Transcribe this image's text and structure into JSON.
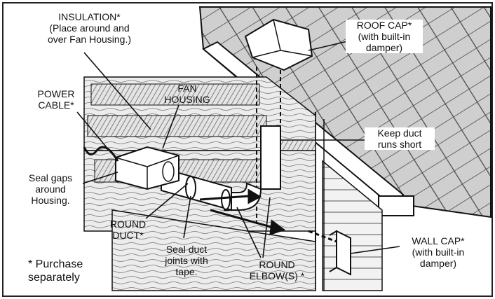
{
  "labels": {
    "insulation": [
      "INSULATION*",
      "(Place around and",
      "over Fan Housing.)"
    ],
    "power_cable": [
      "POWER",
      "CABLE*"
    ],
    "fan_housing": [
      "FAN",
      "HOUSING"
    ],
    "seal_gaps": [
      "Seal gaps",
      "around",
      "Housing."
    ],
    "round_duct": [
      "ROUND",
      "DUCT*"
    ],
    "seal_joints": [
      "Seal duct",
      "joints with",
      "tape."
    ],
    "round_elbow": [
      "ROUND",
      "ELBOW(S) *"
    ],
    "roof_cap": [
      "ROOF CAP*",
      "(with built-in",
      "damper)"
    ],
    "keep_duct": [
      "Keep duct",
      "runs short"
    ],
    "wall_cap": [
      "WALL CAP*",
      "(with built-in",
      "damper)"
    ],
    "purchase_note": [
      "* Purchase",
      "separately"
    ]
  },
  "colors": {
    "line": "#111111",
    "frame": "#222222",
    "insulation_fill": "#d9d9d9",
    "roof_fill": "#c8c8c8"
  }
}
